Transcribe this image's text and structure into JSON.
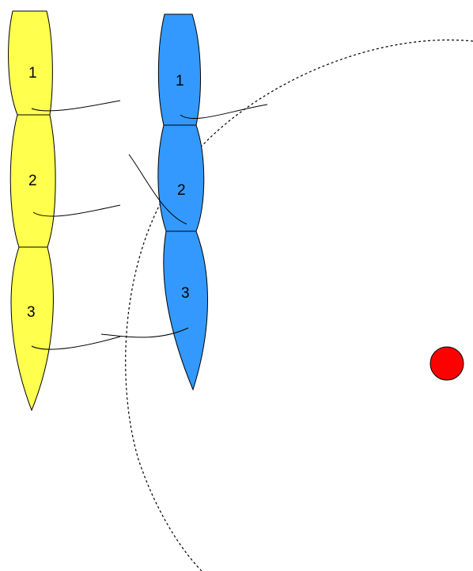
{
  "colors": {
    "yellow_fill": "#ffff4d",
    "blue_fill": "#3399ff",
    "red_dot": "#ff0000",
    "line": "#000000"
  },
  "yellow_chain": {
    "segments": [
      {
        "label": "1"
      },
      {
        "label": "2"
      },
      {
        "label": "3"
      }
    ]
  },
  "blue_chain": {
    "segments": [
      {
        "label": "1"
      },
      {
        "label": "2"
      },
      {
        "label": "3"
      }
    ]
  }
}
